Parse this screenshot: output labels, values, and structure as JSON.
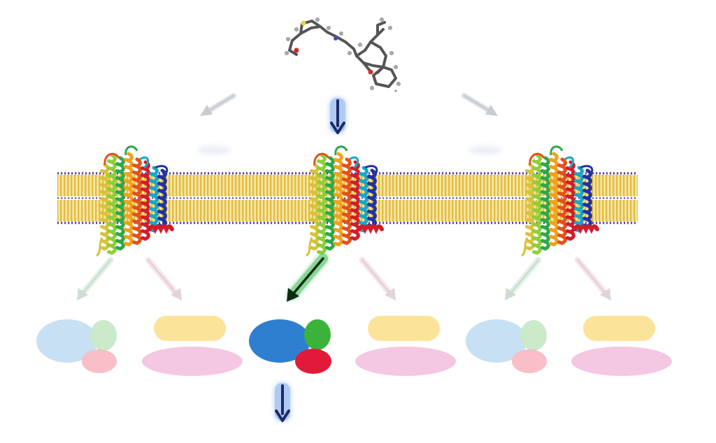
{
  "palette": {
    "lipid_head": "#4a3aa6",
    "lipid_tail": "#e8c44a",
    "active_arrow": "#1b2a6b",
    "active_arrow_glow": "#4a7fd6",
    "g_protein_alpha": "#2f7fd0",
    "g_protein_beta": "#3bb33b",
    "g_protein_gamma": "#e02040",
    "effector_top": "#fbe49a",
    "effector_bottom": "#f4c7e3",
    "green_path_arrow": "#2ea84a",
    "pink_path_arrow": "#e86a8a"
  },
  "ligand": {
    "icon": "ball-and-stick-molecule-icon"
  },
  "receptors": [
    {
      "icon": "gpcr-helix-bundle-icon",
      "state": "inactive"
    },
    {
      "icon": "gpcr-helix-bundle-icon",
      "state": "active"
    },
    {
      "icon": "gpcr-helix-bundle-icon",
      "state": "inactive"
    }
  ],
  "pathways": [
    {
      "kind": "g-protein",
      "active": false
    },
    {
      "kind": "arrestin-effector",
      "active": false
    },
    {
      "kind": "g-protein",
      "active": true
    },
    {
      "kind": "arrestin-effector",
      "active": false
    },
    {
      "kind": "g-protein",
      "active": false
    },
    {
      "kind": "arrestin-effector",
      "active": false
    }
  ]
}
